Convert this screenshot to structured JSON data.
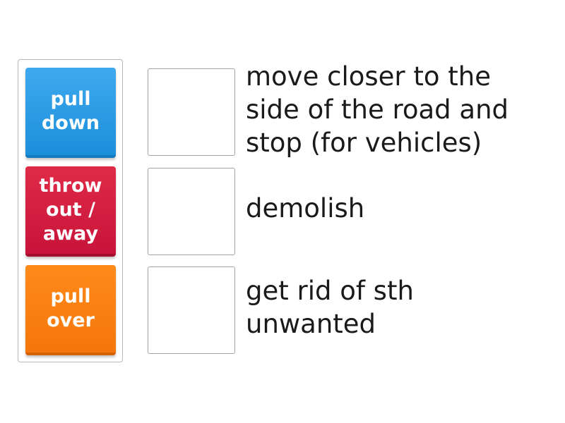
{
  "tiles": [
    {
      "label": "pull\ndown",
      "color": "#1c8fdb"
    },
    {
      "label": "throw\nout /\naway",
      "color": "#c8143a"
    },
    {
      "label": "pull\nover",
      "color": "#f5760a"
    }
  ],
  "definitions": [
    {
      "text": "move closer to the\nside of the road and\nstop (for vehicles)"
    },
    {
      "text": "demolish"
    },
    {
      "text": "get rid of sth\nunwanted"
    }
  ]
}
